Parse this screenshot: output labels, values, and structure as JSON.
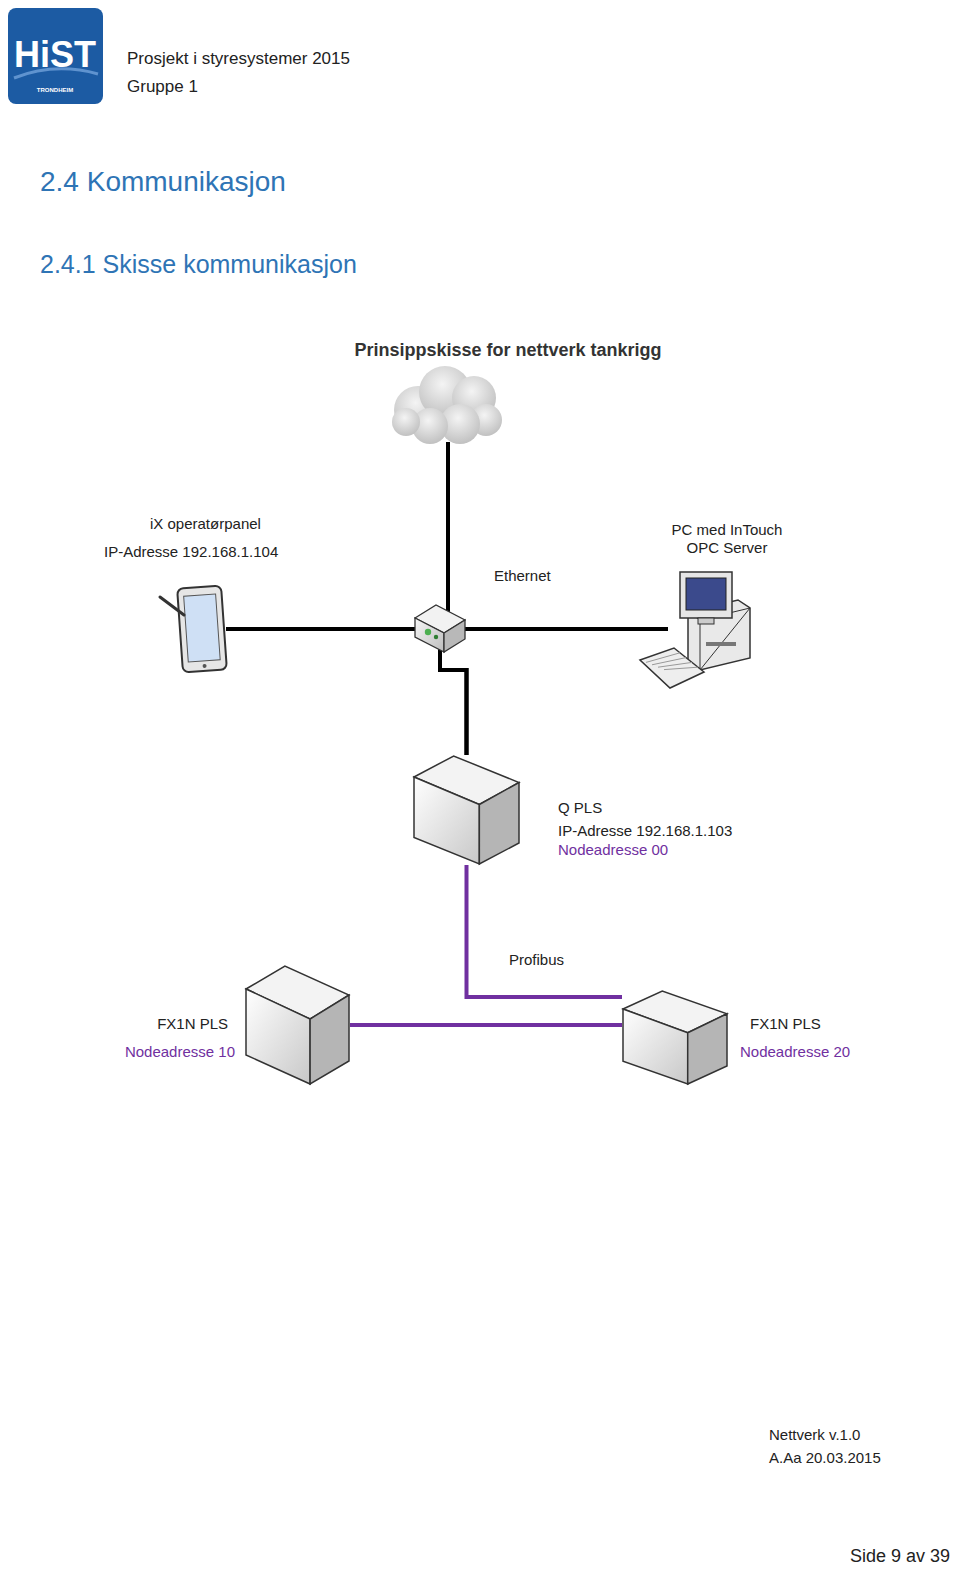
{
  "diagram": {
    "title": "Prinsippskisse for nettverk tankrigg",
    "nodes": [
      {
        "text": [
          "iX operatørpanel",
          "IP-Adresse 192.168.1.104"
        ]
      },
      {
        "text": [
          "PC med InTouch",
          "OPC Server"
        ]
      },
      {
        "text": [
          "Q PLS",
          "IP-Adresse 192.168.1.103",
          "Nodeadresse 00"
        ]
      },
      {
        "text": [
          "FX1N PLS",
          "Nodeadresse 10"
        ]
      },
      {
        "text": [
          "FX1N PLS",
          "Nodeadresse 20"
        ]
      }
    ],
    "edges": [
      {
        "from": 0,
        "to": 1,
        "arrow": "none",
        "label": "Ethernet"
      },
      {
        "from": 0,
        "to": 2,
        "arrow": "none"
      },
      {
        "from": 1,
        "to": 2,
        "arrow": "none"
      },
      {
        "from": 2,
        "to": 4,
        "arrow": "none",
        "label": "Profibus"
      },
      {
        "from": 3,
        "to": 4,
        "arrow": "none"
      }
    ],
    "labels": [
      "HiST",
      "TRONDHEIM",
      "Prosjekt i styresystemer 2015",
      "Gruppe 1",
      "2.4 Kommunikasjon",
      "2.4.1 Skisse kommunikasjon",
      "Nettverk v.1.0",
      "A.Aa 20.03.2015",
      "Side 9 av 39"
    ]
  }
}
